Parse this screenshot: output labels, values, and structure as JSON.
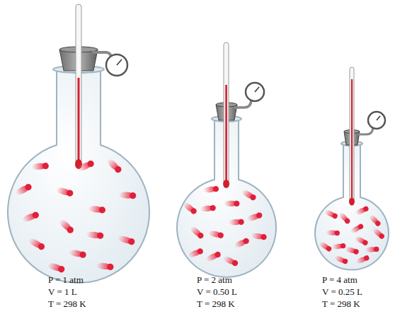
{
  "diagram": {
    "labels": [
      "P = 1 atm",
      "V = 1 L",
      "T = 298 K",
      "P = 2 atm",
      "V = 0.50 L",
      "T = 298 K",
      "P = 4 atm",
      "V = 0.25 L",
      "T = 298 K"
    ]
  }
}
